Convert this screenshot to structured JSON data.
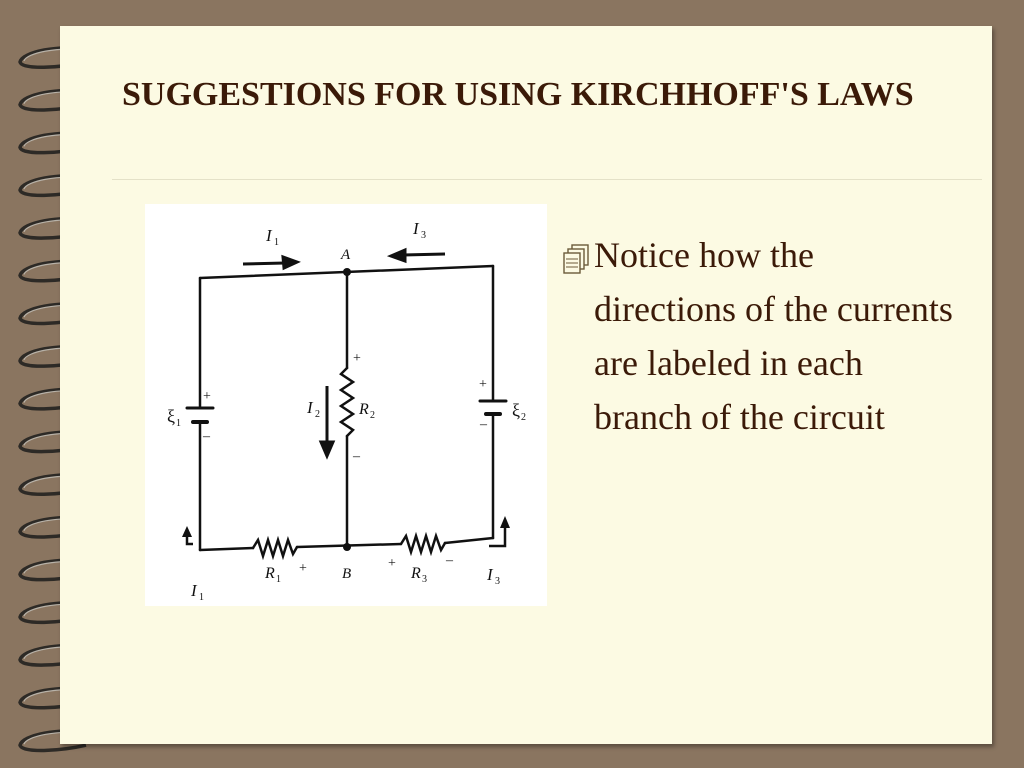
{
  "slide": {
    "title": "SUGGESTIONS FOR USING KIRCHHOFF'S LAWS",
    "bullets": [
      {
        "icon": "notepad-stack-icon",
        "text": "Notice how the directions of the currents are labeled in each branch of the circuit"
      }
    ]
  },
  "colors": {
    "background": "#8a7560",
    "page": "#fcfae3",
    "title_text": "#3b1a08",
    "body_text": "#3b1a08"
  },
  "diagram": {
    "node_top": "A",
    "node_bottom": "B",
    "emf_left": {
      "symbol": "ξ",
      "sub": "1",
      "plus": "+",
      "minus": "–"
    },
    "emf_right": {
      "symbol": "ξ",
      "sub": "2",
      "plus": "+",
      "minus": "–"
    },
    "resistor_mid": {
      "symbol": "R",
      "sub": "2",
      "plus": "+",
      "minus": "–"
    },
    "resistor_left": {
      "symbol": "R",
      "sub": "1",
      "plus": "+"
    },
    "resistor_right": {
      "symbol": "R",
      "sub": "3",
      "plus": "+",
      "minus": "–"
    },
    "current_top_left": {
      "symbol": "I",
      "sub": "1"
    },
    "current_top_right": {
      "symbol": "I",
      "sub": "3"
    },
    "current_mid": {
      "symbol": "I",
      "sub": "2"
    },
    "current_bottom_left": {
      "symbol": "I",
      "sub": "1"
    },
    "current_bottom_right": {
      "symbol": "I",
      "sub": "3"
    }
  }
}
